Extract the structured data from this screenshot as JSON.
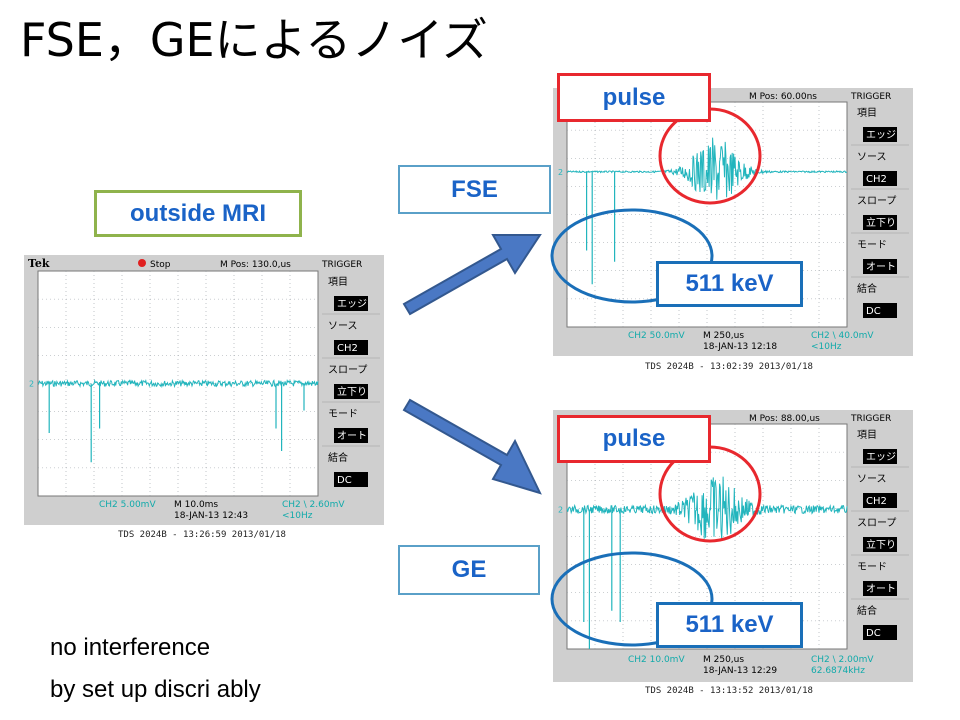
{
  "title": "FSE，GEによるノイズ",
  "labels": {
    "outside": "outside MRI",
    "fse": "FSE",
    "ge": "GE",
    "pulse": "pulse",
    "kev": "511 keV"
  },
  "note": [
    "no interference",
    "by set up discri ably"
  ],
  "scopes": {
    "left": {
      "brand": "Tek",
      "run": "Stop",
      "mpos": "M Pos: 130.0,us",
      "trigger": "TRIGGER",
      "ch": "CH2  5.00mV",
      "time": "M 10.0ms",
      "date": "18-JAN-13 12:43",
      "trig": "CH2 \\ 2.60mV",
      "freq": "<10Hz",
      "caption": "TDS 2024B - 13:26:59  2013/01/18"
    },
    "fse": {
      "mpos": "M Pos: 60.00ns",
      "trigger": "TRIGGER",
      "ch": "CH2  50.0mV",
      "time": "M 250,us",
      "date": "18-JAN-13 12:18",
      "trig": "CH2 \\ 40.0mV",
      "freq": "<10Hz",
      "caption": "TDS 2024B - 13:02:39  2013/01/18"
    },
    "ge": {
      "mpos": "M Pos: 88.00,us",
      "trigger": "TRIGGER",
      "ch": "CH2  10.0mV",
      "time": "M 250,us",
      "date": "18-JAN-13 12:29",
      "trig": "CH2 \\ 2.00mV",
      "freq": "62.6874kHz",
      "caption": "TDS 2024B - 13:13:52  2013/01/18"
    }
  },
  "menu": [
    "項目",
    "エッジ",
    "ソース",
    "CH2",
    "スロープ",
    "立下り",
    "モード",
    "オート",
    "結合",
    "DC"
  ],
  "colors": {
    "trace": "#22b5bd",
    "screen_bg": "#ffffff",
    "grid": "#9aa0a6",
    "red": "#e8282e",
    "blue": "#1a6fb8",
    "green": "#8fb34c",
    "label_blue": "#1a63c7",
    "arrow_fill": "#4a78c4",
    "arrow_stroke": "#33588f"
  }
}
